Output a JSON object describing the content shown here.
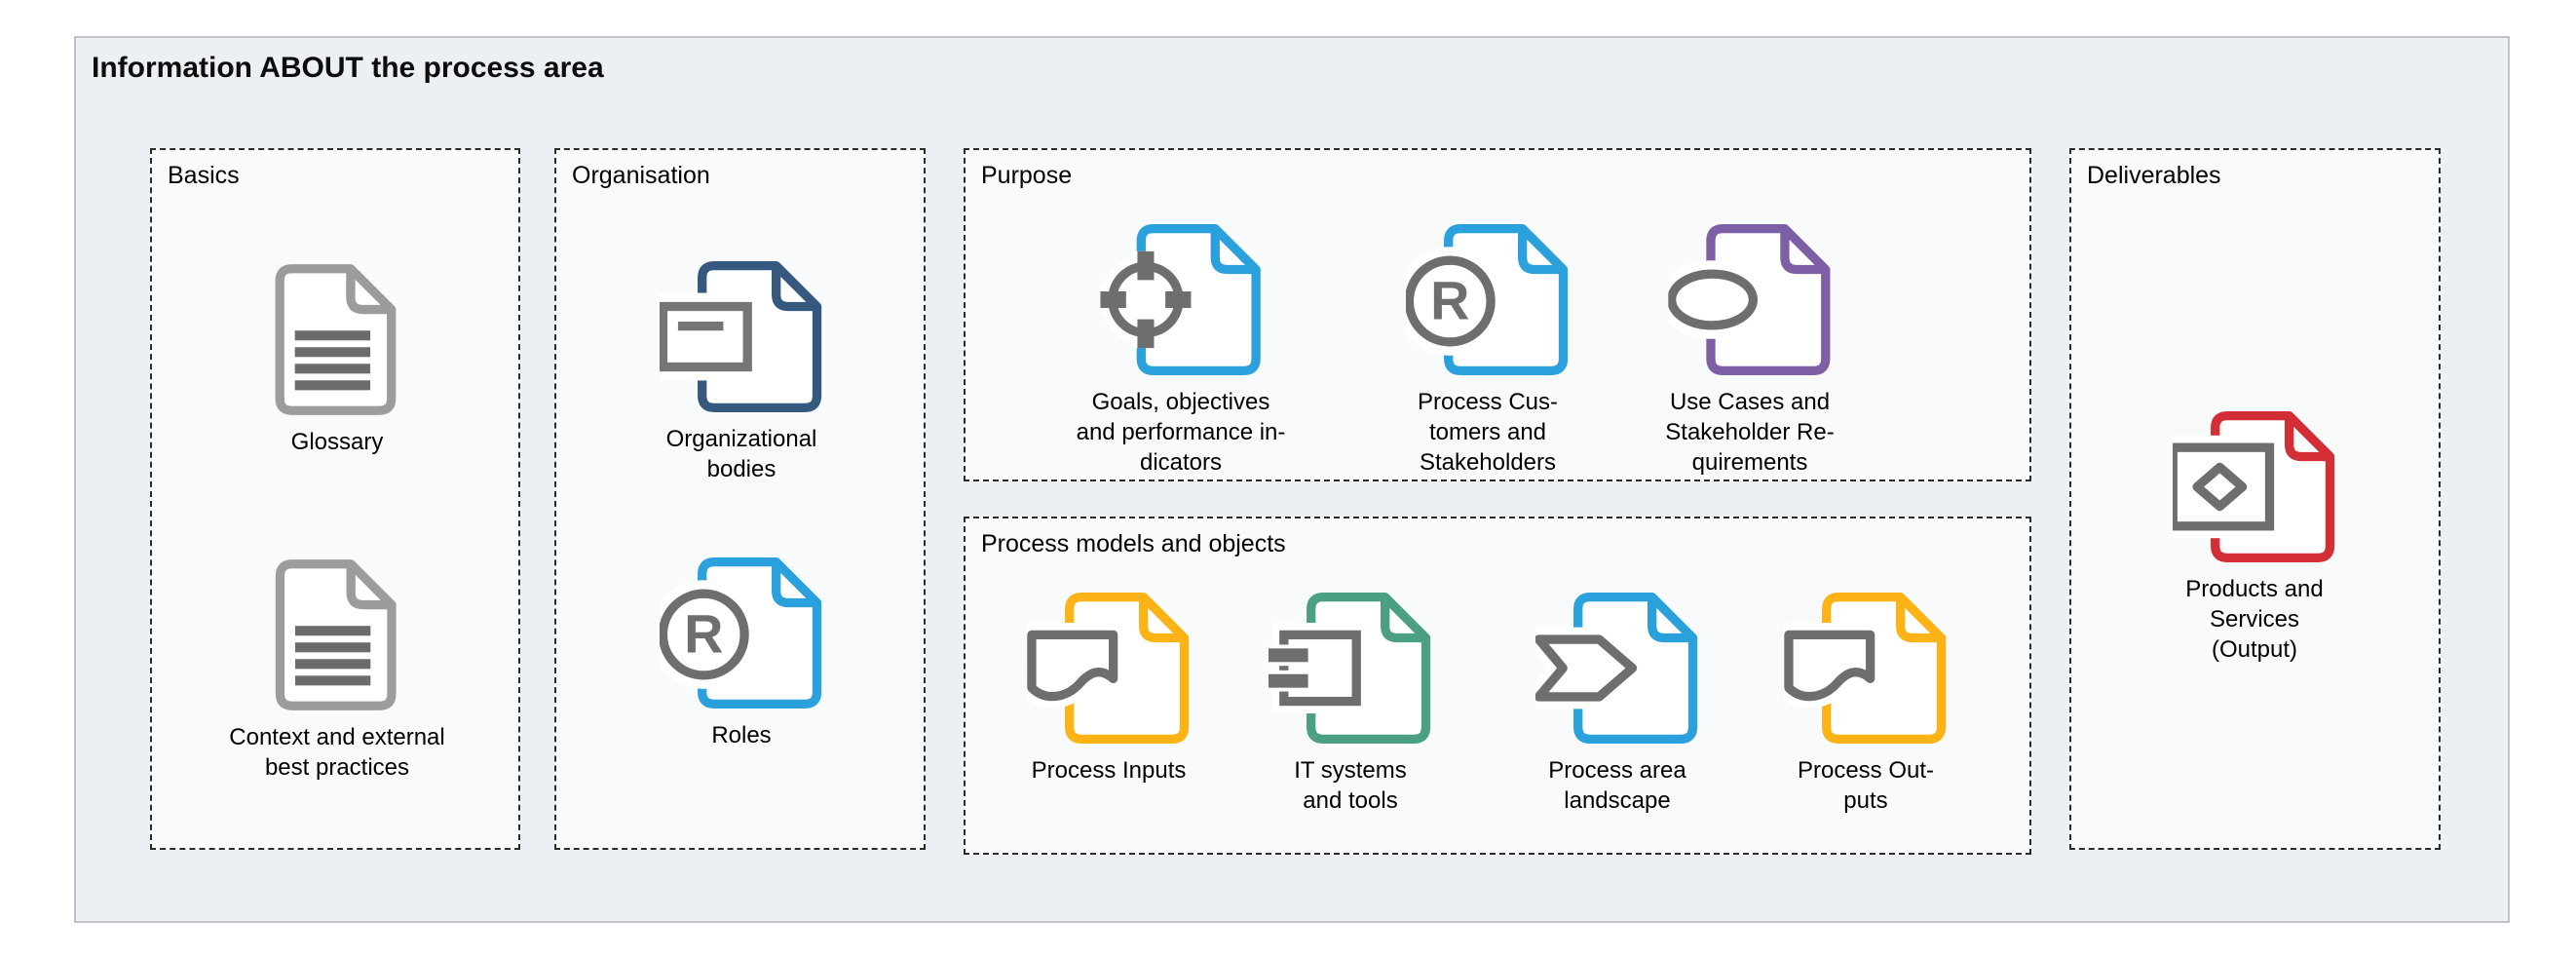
{
  "page": {
    "title": "Information ABOUT the process area"
  },
  "colors": {
    "panel_bg": "#eceff3",
    "box_bg": "#f8fafc",
    "dash_border": "#2b2b2b",
    "glyph_gray": "#6e6e6e",
    "doc_gray": "#9c9c9c",
    "navy": "#35597e",
    "blue": "#2aa0dc",
    "purple": "#7c5fa5",
    "yellow": "#fcb315",
    "green": "#4ba081",
    "red": "#d32d35"
  },
  "groups": [
    {
      "label": "Basics",
      "items": [
        {
          "label": "Glossary",
          "icon": "text-document",
          "accent": "#9c9c9c",
          "glyph": "#6b6b6b"
        },
        {
          "label": "Context and external\nbest practices",
          "icon": "text-document",
          "accent": "#9c9c9c",
          "glyph": "#6b6b6b"
        }
      ]
    },
    {
      "label": "Organisation",
      "items": [
        {
          "label": "Organizational\nbodies",
          "icon": "note-card-document",
          "accent": "#35597e",
          "glyph": "#757575"
        },
        {
          "label": "Roles",
          "icon": "registered-circle-document",
          "accent": "#2aa0dc",
          "glyph": "#6e6e6e"
        }
      ]
    },
    {
      "label": "Purpose",
      "items": [
        {
          "label": "Goals, objectives\nand performance in-\ndicators",
          "icon": "target-document",
          "accent": "#2aa0dc",
          "glyph": "#6e6e6e"
        },
        {
          "label": "Process Cus-\ntomers and\nStakeholders",
          "icon": "registered-circle-document",
          "accent": "#2aa0dc",
          "glyph": "#6e6e6e"
        },
        {
          "label": "Use Cases and\nStakeholder Re-\nquirements",
          "icon": "ellipse-document",
          "accent": "#7c5fa5",
          "glyph": "#6e6e6e"
        }
      ]
    },
    {
      "label": "Process models and objects",
      "items": [
        {
          "label": "Process Inputs",
          "icon": "flow-document",
          "accent": "#fcb315",
          "glyph": "#6e6e6e"
        },
        {
          "label": "IT systems\nand tools",
          "icon": "component-document",
          "accent": "#4ba081",
          "glyph": "#6e6e6e"
        },
        {
          "label": "Process area\nlandscape",
          "icon": "chevron-document",
          "accent": "#2aa0dc",
          "glyph": "#6e6e6e"
        },
        {
          "label": "Process Out-\nputs",
          "icon": "flow-document",
          "accent": "#fcb315",
          "glyph": "#6e6e6e"
        }
      ]
    },
    {
      "label": "Deliverables",
      "items": [
        {
          "label": "Products and\nServices\n(Output)",
          "icon": "diamond-document",
          "accent": "#d32d35",
          "glyph": "#6e6e6e"
        }
      ]
    }
  ]
}
